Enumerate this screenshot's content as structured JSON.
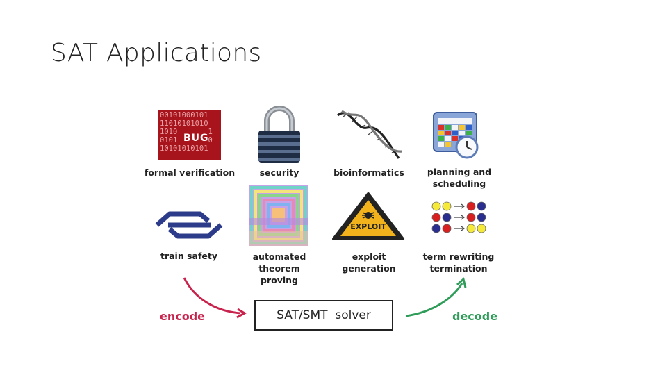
{
  "slide": {
    "title": "SAT Applications"
  },
  "applications": [
    {
      "label_line1": "formal verification",
      "label_line2": "",
      "icon": "bug-binary-icon"
    },
    {
      "label_line1": "security",
      "label_line2": "",
      "icon": "padlock-icon"
    },
    {
      "label_line1": "bioinformatics",
      "label_line2": "",
      "icon": "dna-helix-icon"
    },
    {
      "label_line1": "planning and",
      "label_line2": "scheduling",
      "icon": "calendar-clock-icon"
    },
    {
      "label_line1": "train safety",
      "label_line2": "",
      "icon": "railway-logo-icon"
    },
    {
      "label_line1": "automated",
      "label_line2": "theorem proving",
      "icon": "puzzle-pattern-icon"
    },
    {
      "label_line1": "exploit",
      "label_line2": "generation",
      "icon": "exploit-warning-icon"
    },
    {
      "label_line1": "term rewriting",
      "label_line2": "termination",
      "icon": "colored-dots-rewrite-icon"
    }
  ],
  "bug_image": {
    "tag": "BUG",
    "bits": [
      "00101000101",
      "11010101010",
      "1010       1",
      "0101       0",
      "10101010101"
    ]
  },
  "exploit_sign": {
    "text": "EXPLOIT"
  },
  "flow": {
    "encode_label": "encode",
    "solver_label": "SAT/SMT  solver",
    "decode_label": "decode",
    "colors": {
      "encode": "#c8234c",
      "decode": "#2f9c5a"
    }
  }
}
